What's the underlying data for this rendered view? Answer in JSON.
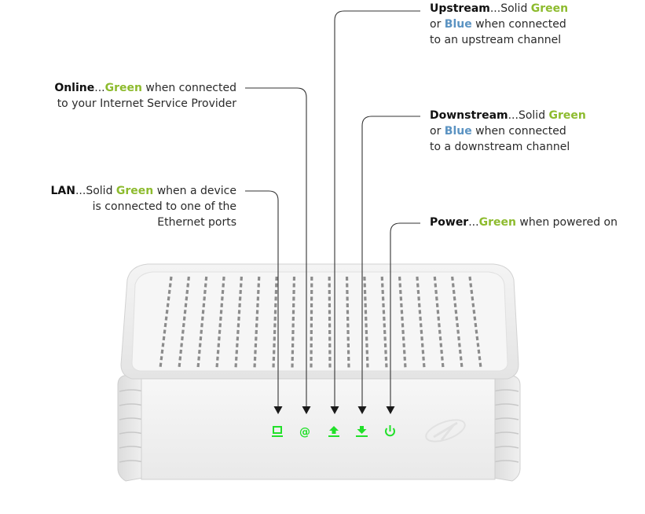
{
  "callouts": {
    "upstream": {
      "name": "Upstream",
      "sep": "...Solid ",
      "color1": "Green",
      "line1_rest": "",
      "line2_pre": "or ",
      "color2": "Blue",
      "line2_rest": " when connected",
      "line3": "to an upstream channel"
    },
    "online": {
      "name": "Online",
      "sep": "...",
      "color1": "Green",
      "line1_rest": " when connected",
      "line2": "to your Internet Service Provider"
    },
    "downstream": {
      "name": "Downstream",
      "sep": "...Solid ",
      "color1": "Green",
      "line2_pre": "or ",
      "color2": "Blue",
      "line2_rest": " when connected",
      "line3": "to a downstream channel"
    },
    "lan": {
      "name": "LAN",
      "sep": "...Solid ",
      "color1": "Green",
      "line1_rest": " when a device",
      "line2": "is connected to one of the",
      "line3": "Ethernet ports"
    },
    "power": {
      "name": "Power",
      "sep": "...",
      "color1": "Green",
      "line1_rest": " when powered on"
    }
  },
  "leds": [
    {
      "name": "lan",
      "icon": "monitor-icon"
    },
    {
      "name": "online",
      "icon": "at-sign-icon"
    },
    {
      "name": "upstream",
      "icon": "upload-arrow-icon"
    },
    {
      "name": "downstream",
      "icon": "download-arrow-icon"
    },
    {
      "name": "power",
      "icon": "power-icon"
    }
  ],
  "colors": {
    "label_green": "#8dbb2e",
    "label_blue": "#5b93c2",
    "led_green": "#22e02a",
    "leader_line": "#333333"
  }
}
